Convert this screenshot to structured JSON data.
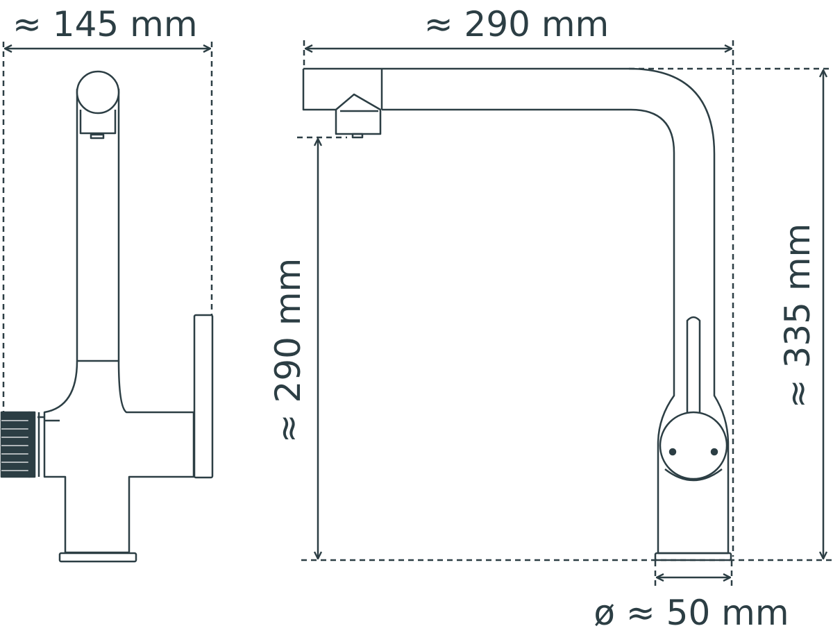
{
  "colors": {
    "line": "#2c3e44",
    "background": "#ffffff"
  },
  "dimensions": {
    "side_width": "≈ 145 mm",
    "front_width": "≈ 290 mm",
    "spout_height": "≈ 290 mm",
    "total_height": "≈ 335 mm",
    "base_diameter": "ø ≈ 50 mm"
  }
}
